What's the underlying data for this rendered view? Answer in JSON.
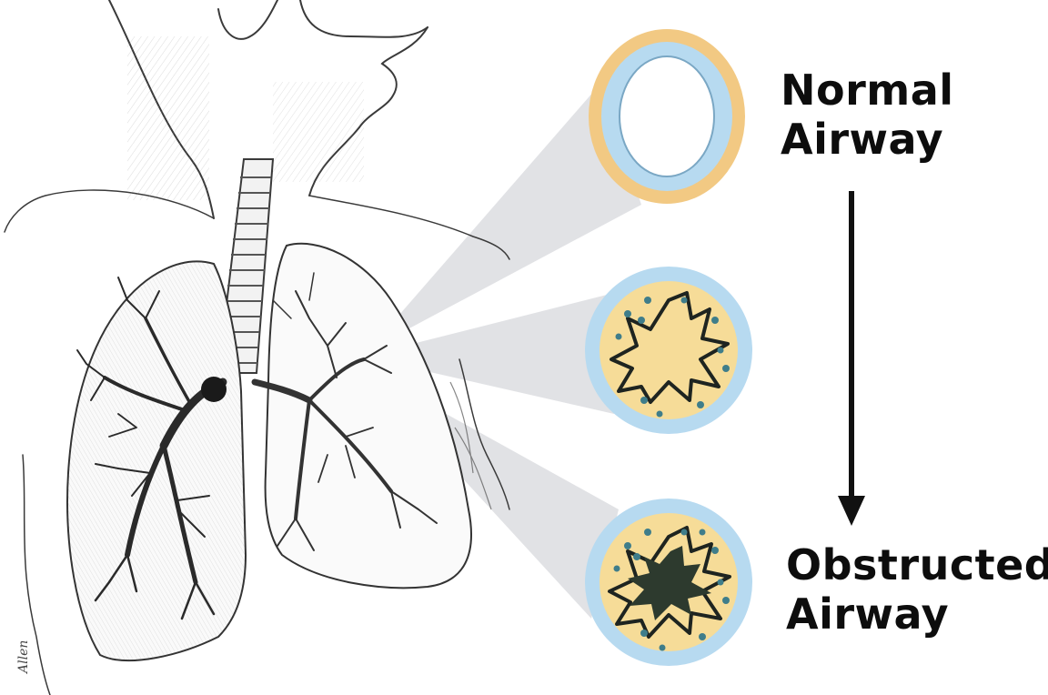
{
  "labels": {
    "normal": {
      "line1": "Normal",
      "line2": "Airway"
    },
    "obstructed": {
      "line1": "Obstructed",
      "line2": "Airway"
    }
  },
  "artist_signature": "Allen",
  "colors": {
    "outer_ring": "#f0c67a",
    "wall_ring": "#b9dcf0",
    "lumen_fill": "#f6dc98",
    "mucus": "#2d3a2e",
    "dots": "#3f7d8a",
    "projection": "#d9dbde",
    "sketch": "#3a3a3a",
    "label_text": "#0d0d0d"
  },
  "icons": [
    "lungs-illustration",
    "airway-cross-section",
    "progression-arrow"
  ]
}
